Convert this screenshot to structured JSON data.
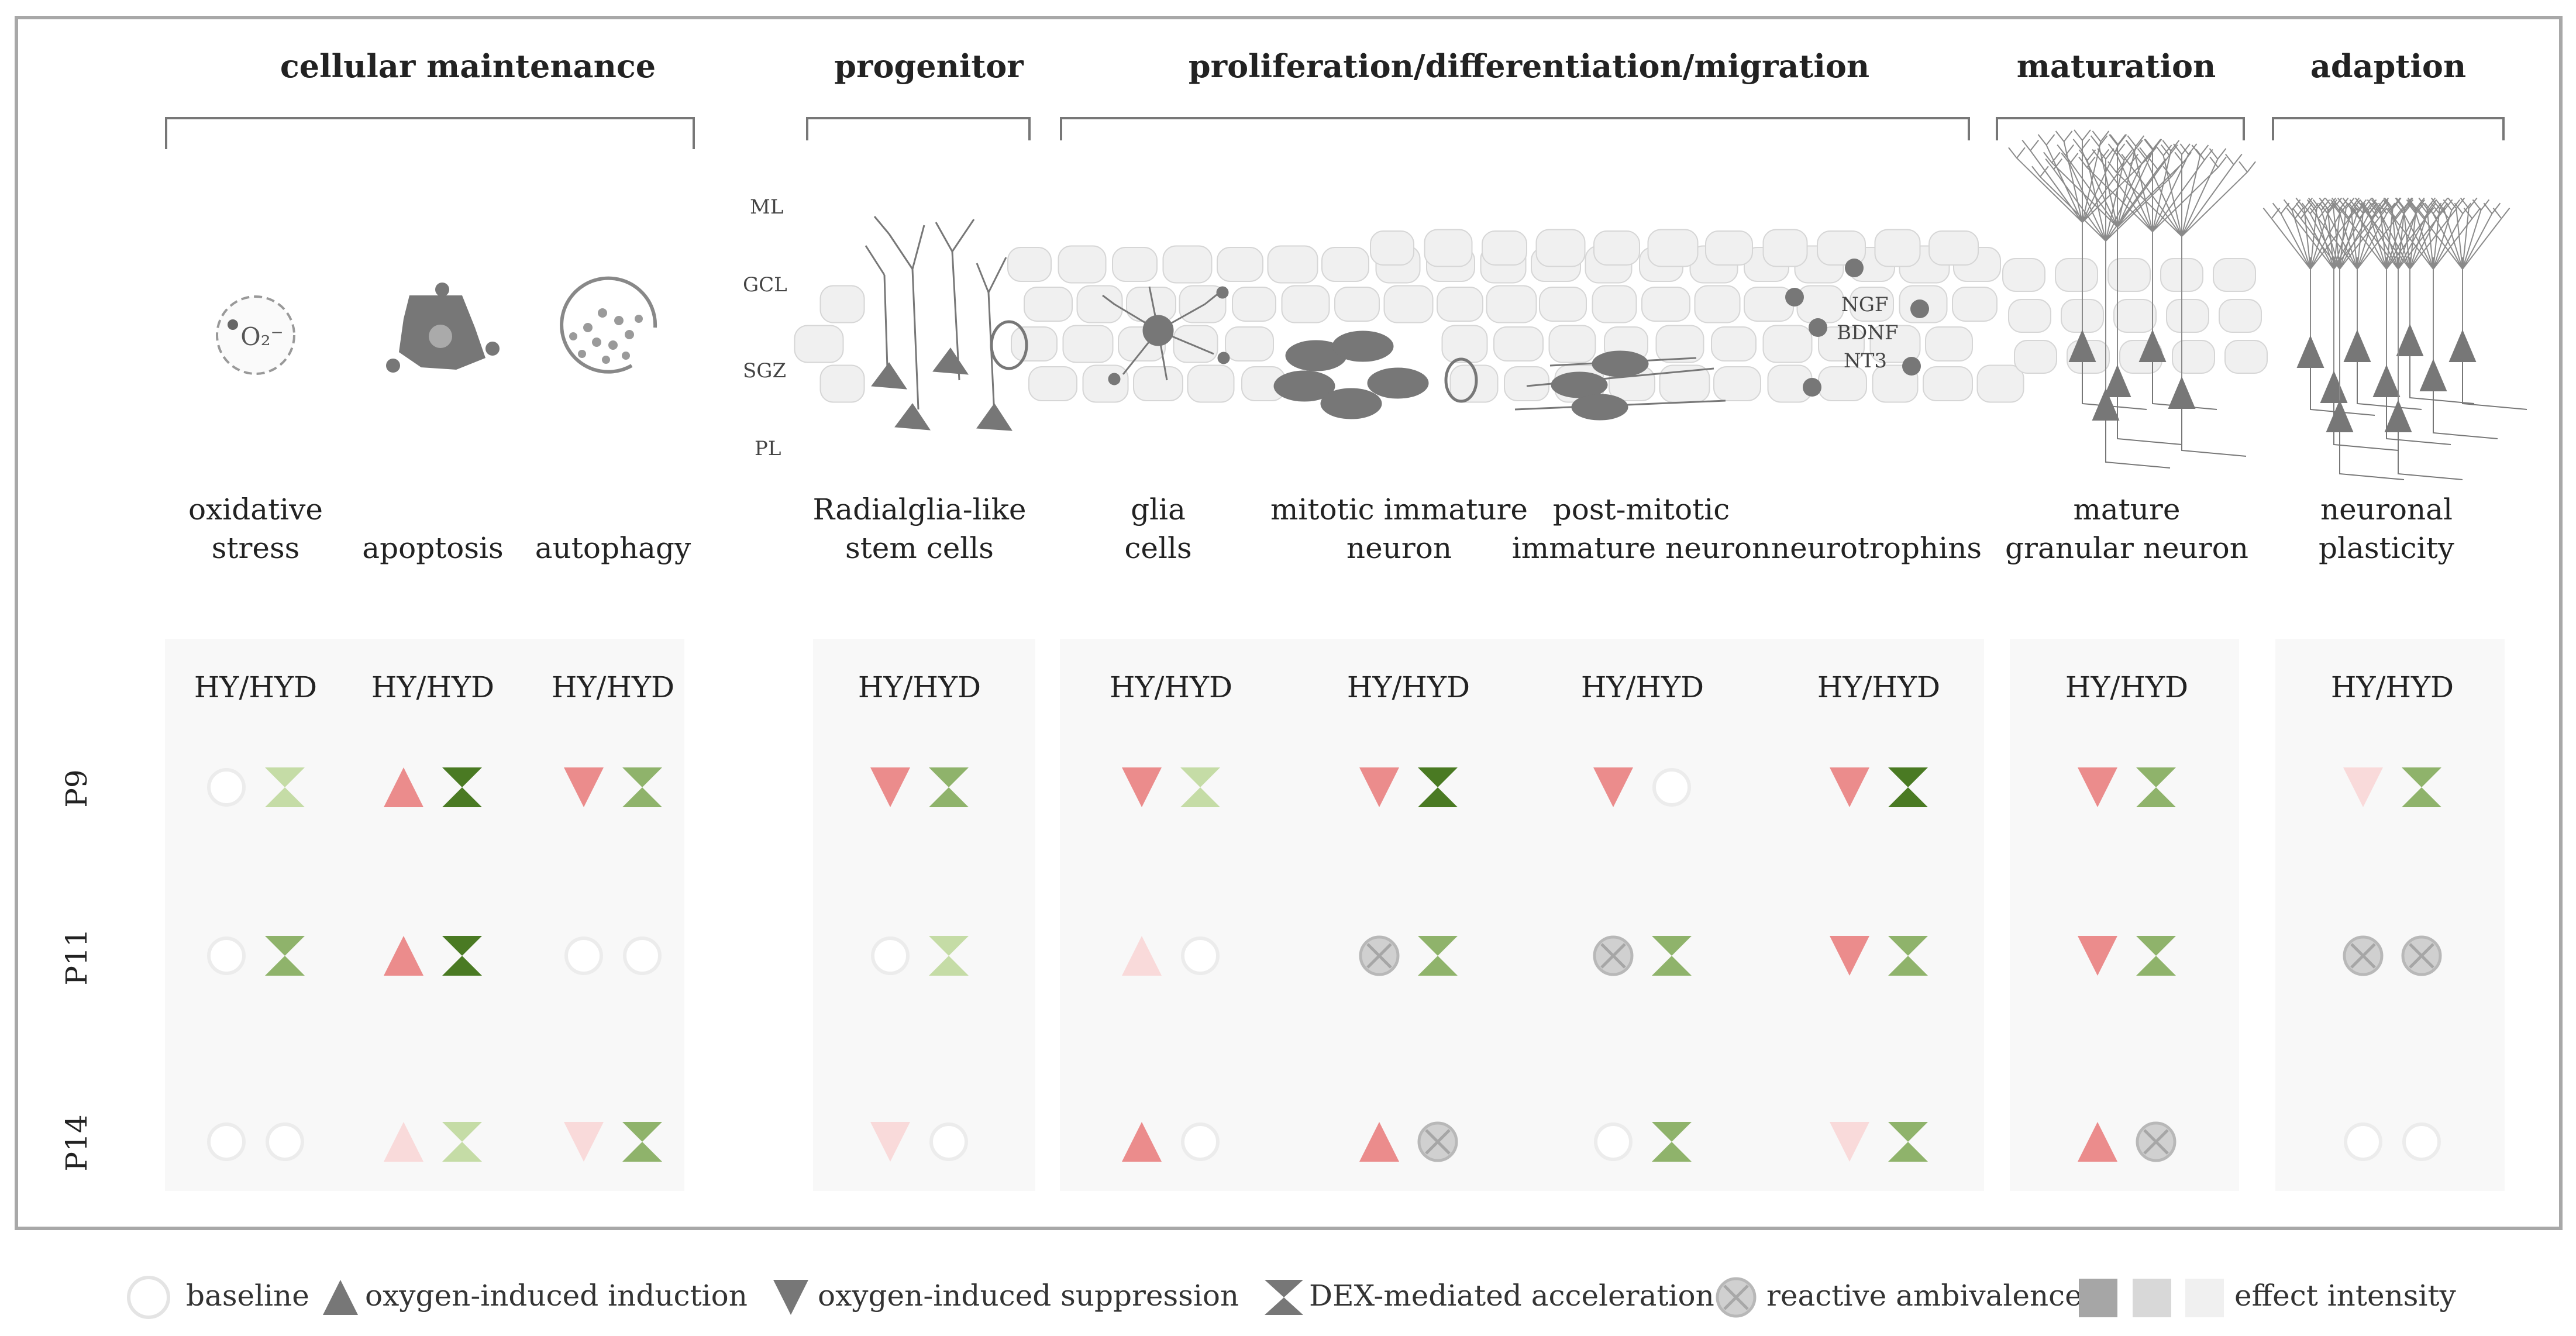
{
  "groups": [
    {
      "label": "cellular maintenance"
    },
    {
      "label": "progenitor"
    },
    {
      "label": "proliferation/differentiation/migration"
    },
    {
      "label": "maturation"
    },
    {
      "label": "adaption"
    }
  ],
  "layers": [
    "ML",
    "GCL",
    "SGZ",
    "PL"
  ],
  "neurotrophin_labels": [
    "NGF",
    "BDNF",
    "NT3"
  ],
  "o2_label": "O₂⁻",
  "columns": [
    {
      "line1": "oxidative",
      "line2": "stress"
    },
    {
      "line1": "apoptosis",
      "line2": ""
    },
    {
      "line1": "autophagy",
      "line2": ""
    },
    {
      "line1": "Radialglia-like",
      "line2": "stem cells"
    },
    {
      "line1": "glia",
      "line2": "cells"
    },
    {
      "line1": "mitotic immature",
      "line2": "neuron"
    },
    {
      "line1": "post-mitotic",
      "line2": "immature neuron"
    },
    {
      "line1": "neurotrophins",
      "line2": ""
    },
    {
      "line1": "mature",
      "line2": "granular neuron"
    },
    {
      "line1": "neuronal",
      "line2": "plasticity"
    }
  ],
  "header_label": "HY/HYD",
  "time_points": [
    "P9",
    "P11",
    "P14"
  ],
  "effects": [
    [
      [
        {
          "s": "circle",
          "i": 0
        },
        {
          "s": "hour",
          "i": 1
        }
      ],
      [
        {
          "s": "tri_up",
          "i": 2
        },
        {
          "s": "hour",
          "i": 3
        }
      ],
      [
        {
          "s": "tri_down",
          "i": 2
        },
        {
          "s": "hour",
          "i": 2
        }
      ],
      [
        {
          "s": "tri_down",
          "i": 2
        },
        {
          "s": "hour",
          "i": 2
        }
      ],
      [
        {
          "s": "tri_down",
          "i": 2
        },
        {
          "s": "hour",
          "i": 1
        }
      ],
      [
        {
          "s": "tri_down",
          "i": 2
        },
        {
          "s": "hour",
          "i": 3
        }
      ],
      [
        {
          "s": "tri_down",
          "i": 2
        },
        {
          "s": "circle",
          "i": 0
        }
      ],
      [
        {
          "s": "tri_down",
          "i": 2
        },
        {
          "s": "hour",
          "i": 3
        }
      ],
      [
        {
          "s": "tri_down",
          "i": 2
        },
        {
          "s": "hour",
          "i": 2
        }
      ],
      [
        {
          "s": "tri_down",
          "i": 1
        },
        {
          "s": "hour",
          "i": 2
        }
      ]
    ],
    [
      [
        {
          "s": "circle",
          "i": 0
        },
        {
          "s": "hour",
          "i": 2
        }
      ],
      [
        {
          "s": "tri_up",
          "i": 2
        },
        {
          "s": "hour",
          "i": 3
        }
      ],
      [
        {
          "s": "circle",
          "i": 0
        },
        {
          "s": "circle",
          "i": 0
        }
      ],
      [
        {
          "s": "circle",
          "i": 0
        },
        {
          "s": "hour",
          "i": 1
        }
      ],
      [
        {
          "s": "tri_up",
          "i": 1
        },
        {
          "s": "circle",
          "i": 0
        }
      ],
      [
        {
          "s": "xcircle",
          "i": 1
        },
        {
          "s": "hour",
          "i": 2
        }
      ],
      [
        {
          "s": "xcircle",
          "i": 1
        },
        {
          "s": "hour",
          "i": 2
        }
      ],
      [
        {
          "s": "tri_down",
          "i": 2
        },
        {
          "s": "hour",
          "i": 2
        }
      ],
      [
        {
          "s": "tri_down",
          "i": 2
        },
        {
          "s": "hour",
          "i": 2
        }
      ],
      [
        {
          "s": "xcircle",
          "i": 1
        },
        {
          "s": "xcircle",
          "i": 1
        }
      ]
    ],
    [
      [
        {
          "s": "circle",
          "i": 0
        },
        {
          "s": "circle",
          "i": 0
        }
      ],
      [
        {
          "s": "tri_up",
          "i": 1
        },
        {
          "s": "hour",
          "i": 1
        }
      ],
      [
        {
          "s": "tri_down",
          "i": 1
        },
        {
          "s": "hour",
          "i": 2
        }
      ],
      [
        {
          "s": "tri_down",
          "i": 1
        },
        {
          "s": "circle",
          "i": 0
        }
      ],
      [
        {
          "s": "tri_up",
          "i": 2
        },
        {
          "s": "circle",
          "i": 0
        }
      ],
      [
        {
          "s": "tri_up",
          "i": 2
        },
        {
          "s": "xcircle",
          "i": 1
        }
      ],
      [
        {
          "s": "circle",
          "i": 0
        },
        {
          "s": "hour",
          "i": 2
        }
      ],
      [
        {
          "s": "tri_down",
          "i": 1
        },
        {
          "s": "hour",
          "i": 2
        }
      ],
      [
        {
          "s": "tri_up",
          "i": 2
        },
        {
          "s": "xcircle",
          "i": 1
        }
      ],
      [
        {
          "s": "circle",
          "i": 0
        },
        {
          "s": "circle",
          "i": 0
        }
      ]
    ]
  ],
  "colors": {
    "red": [
      "#ffffff",
      "#f9dada",
      "#eb8c8c"
    ],
    "green": [
      "#ffffff",
      "#c5dca6",
      "#8fb36b",
      "#4a7a23"
    ],
    "gray_cell": "#f0f0f0",
    "gray_dark": "#777777",
    "panel_bg": "#f8f8f8",
    "frame": "#a8a8a8",
    "intensity": [
      "#a6a6a6",
      "#d8d8d8",
      "#f0f0f0"
    ]
  },
  "legend": {
    "baseline": "baseline",
    "induction": "oxygen-induced induction",
    "suppression": "oxygen-induced suppression",
    "acceleration": "DEX-mediated acceleration",
    "ambivalence": "reactive ambivalence",
    "intensity": "effect intensity"
  }
}
